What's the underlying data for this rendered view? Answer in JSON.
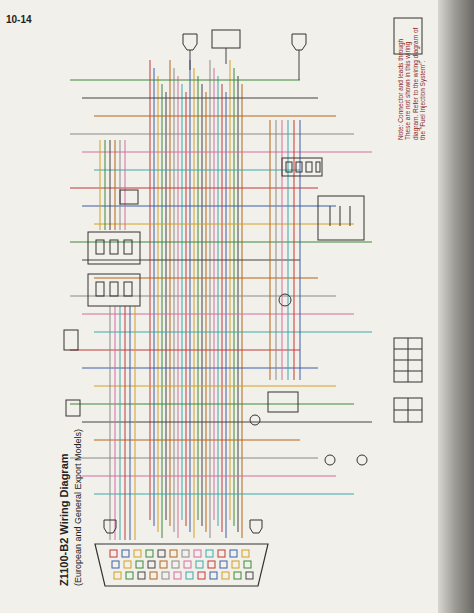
{
  "diagram": {
    "title": "Z1100-B2 Wiring Diagram",
    "labels": [
      "10-14",
      "(European and General Export Models)",
      "Note: Connector and leads through These are not shown in this wiring diagram. Refer to the wiring diagram of the \"Fuel Injection System\"."
    ]
  }
}
